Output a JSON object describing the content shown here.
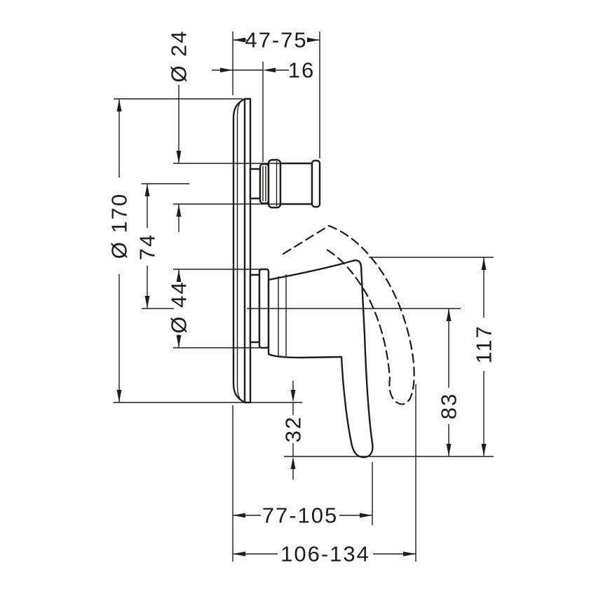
{
  "meta": {
    "colors": {
      "ink": "#1d1d1b",
      "background": "#ffffff"
    }
  },
  "dims": {
    "spout_diameter": "Ø 24",
    "spout_projection_range": "47-75",
    "spout_wall_offset": "16",
    "plate_diameter": "Ø 170",
    "spout_to_handle_axis": "74",
    "handle_sleeve_diameter": "Ø 44",
    "handle_below_plate": "32",
    "lever_reach_range_down": "77-105",
    "lever_reach_range_up": "106-134",
    "lever_height_from_axis": "83",
    "lever_height_total": "117"
  }
}
